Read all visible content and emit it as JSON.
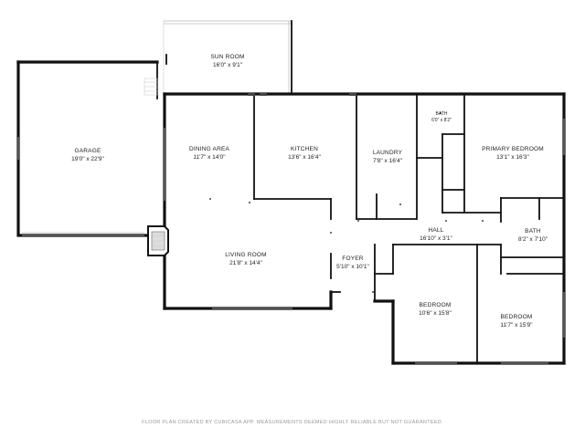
{
  "rooms": {
    "sun_room": {
      "name": "SUN ROOM",
      "dim": "16'0\" x 9'1\""
    },
    "garage": {
      "name": "GARAGE",
      "dim": "19'0\" x 22'9\""
    },
    "dining_area": {
      "name": "DINING AREA",
      "dim": "11'7\" x 14'0\""
    },
    "kitchen": {
      "name": "KITCHEN",
      "dim": "13'6\" x 16'4\""
    },
    "laundry": {
      "name": "LAUNDRY",
      "dim": "7'8\" x 16'4\""
    },
    "bath_primary": {
      "name": "BATH",
      "dim": "6'0\" x 8'2\""
    },
    "primary_bedroom": {
      "name": "PRIMARY BEDROOM",
      "dim": "13'1\" x 16'3\""
    },
    "hall": {
      "name": "HALL",
      "dim": "16'10\" x 3'1\""
    },
    "bath_2": {
      "name": "BATH",
      "dim": "8'2\" x 7'10\""
    },
    "living_room": {
      "name": "LIVING ROOM",
      "dim": "21'8\" x 14'4\""
    },
    "foyer": {
      "name": "FOYER",
      "dim": "5'10\" x 10'1\""
    },
    "bedroom_1": {
      "name": "BEDROOM",
      "dim": "10'6\" x 15'8\""
    },
    "bedroom_2": {
      "name": "BEDROOM",
      "dim": "11'7\" x 15'9\""
    }
  },
  "footer": "FLOOR PLAN CREATED BY CUBICASA APP. MEASUREMENTS DEEMED HIGHLY RELIABLE BUT NOT GUARANTEED."
}
